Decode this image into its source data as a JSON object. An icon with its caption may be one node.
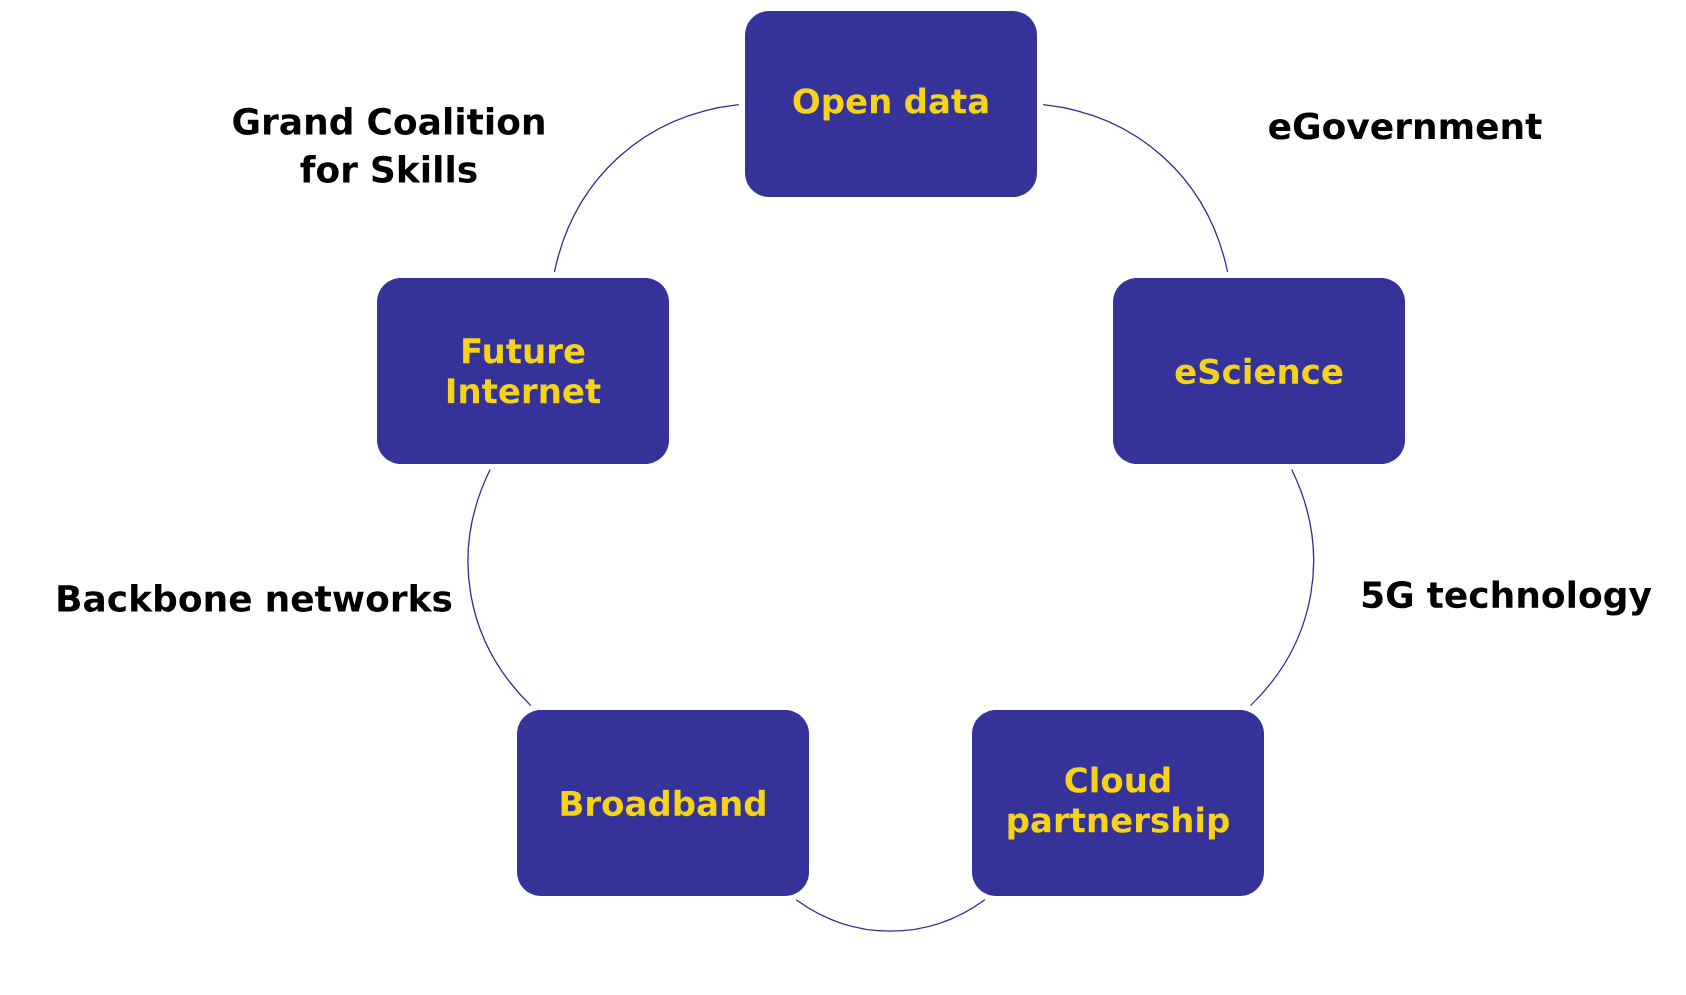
{
  "diagram": {
    "nodes": [
      {
        "text": [
          "Open data"
        ]
      },
      {
        "text": [
          "eScience"
        ]
      },
      {
        "text": [
          "Cloud partnership"
        ]
      },
      {
        "text": [
          "Broadband"
        ]
      },
      {
        "text": [
          "Future Internet"
        ]
      }
    ],
    "edges": [
      {
        "from": 0,
        "to": 1,
        "arrow": "none"
      },
      {
        "from": 1,
        "to": 2,
        "arrow": "none"
      },
      {
        "from": 2,
        "to": 3,
        "arrow": "none"
      },
      {
        "from": 3,
        "to": 4,
        "arrow": "none"
      },
      {
        "from": 4,
        "to": 0,
        "arrow": "none"
      }
    ],
    "labels": [
      "Grand Coalition for Skills",
      "eGovernment",
      "Backbone networks",
      "5G technology"
    ]
  }
}
